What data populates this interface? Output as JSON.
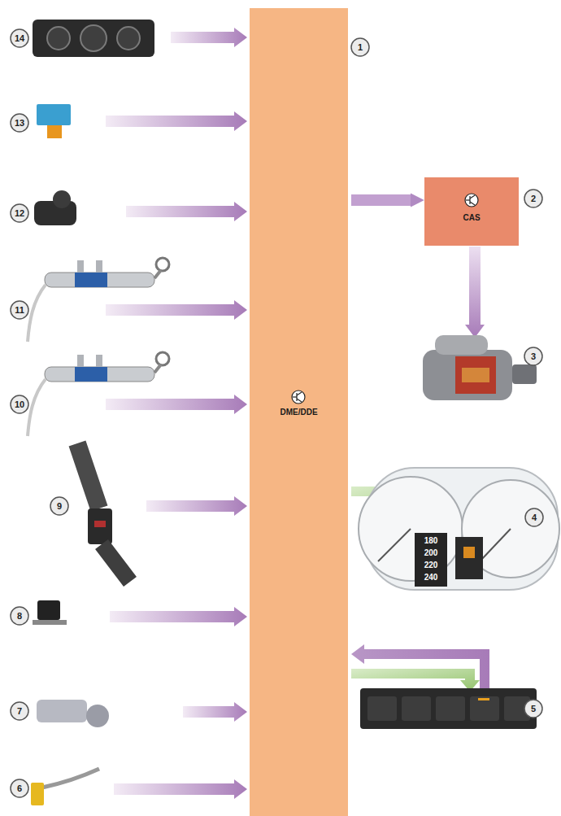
{
  "diagram": {
    "nodes": [
      {
        "text": [
          "DME/DDE"
        ]
      },
      {
        "text": [
          "CAS"
        ]
      }
    ],
    "edges": [
      {
        "from": 0,
        "to": 1,
        "arrow": "to"
      }
    ],
    "labels": [
      "14",
      "1",
      "13",
      "2",
      "12",
      "11",
      "3",
      "10",
      "9",
      "4",
      "180",
      "200",
      "220",
      "240",
      "8",
      "7",
      "5",
      "6"
    ]
  }
}
